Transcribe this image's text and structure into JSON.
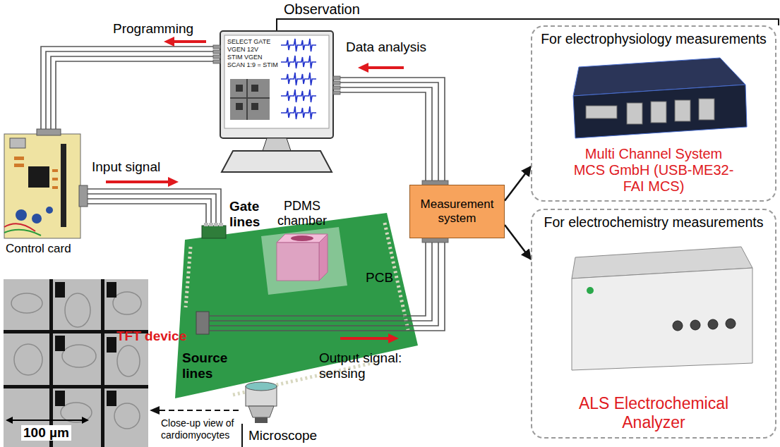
{
  "diagram": {
    "nodes": [
      {
        "text": [
          "Measurement system"
        ]
      },
      {
        "text": [
          "For electrophysiology measurements",
          "Multi Channel System MCS GmbH (USB-ME32- FAI MCS)"
        ]
      },
      {
        "text": [
          "For electrochemistry measurements",
          "ALS Electrochemical Analyzer"
        ]
      }
    ],
    "edges": [
      {
        "from": 0,
        "to": 1,
        "arrow": "to"
      },
      {
        "from": 0,
        "to": 2,
        "arrow": "to"
      }
    ],
    "labels": [
      "Observation",
      "Programming",
      "Data analysis",
      "SELECT GATE",
      "VGEN 12V",
      "STIM VGEN",
      "SCAN 1:9 = STIM",
      "Input signal",
      "Control card",
      "Gate lines",
      "PDMS chamber",
      "PCB",
      "TFT device",
      "Source lines",
      "Output signal: sensing",
      "Close-up view of cardiomyocytes",
      "Microscope",
      "100 µm"
    ]
  }
}
